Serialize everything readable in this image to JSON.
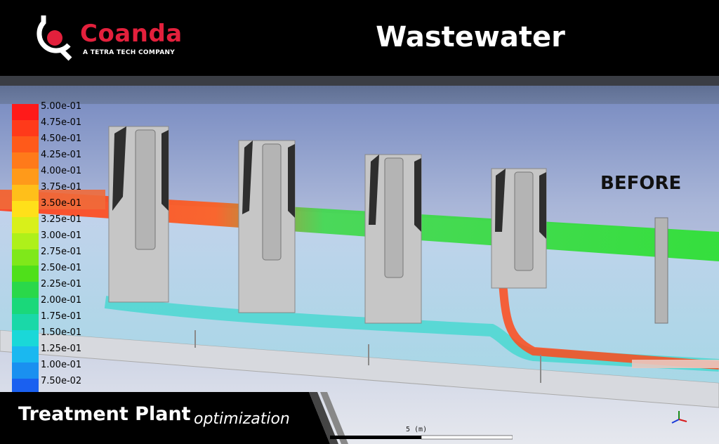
{
  "header": {
    "brand_name": "Coanda",
    "brand_tagline": "A TETRA TECH COMPANY",
    "title": "Wastewater"
  },
  "legend": {
    "ticks": [
      "5.00e-01",
      "4.75e-01",
      "4.50e-01",
      "4.25e-01",
      "4.00e-01",
      "3.75e-01",
      "3.50e-01",
      "3.25e-01",
      "3.00e-01",
      "2.75e-01",
      "2.50e-01",
      "2.25e-01",
      "2.00e-01",
      "1.75e-01",
      "1.50e-01",
      "1.25e-01",
      "1.00e-01",
      "7.50e-02"
    ],
    "colors": [
      "#ff1a1a",
      "#ff3a1a",
      "#ff5a1a",
      "#ff7a1a",
      "#ff9a1a",
      "#ffbf1a",
      "#ffe01a",
      "#d8f01a",
      "#aef01a",
      "#7fe81a",
      "#4fe01a",
      "#2ad84a",
      "#1ad87a",
      "#1ad8a8",
      "#1ad8d8",
      "#1ab8f0",
      "#1a90f0",
      "#1a60f0"
    ]
  },
  "scene": {
    "label": "BEFORE"
  },
  "footer": {
    "main": "Treatment Plant",
    "sub": "optimization"
  },
  "scale_bar": {
    "label": "5 (m)"
  },
  "colors": {
    "accent": "#e3203c",
    "background": "#b8c3dd"
  }
}
